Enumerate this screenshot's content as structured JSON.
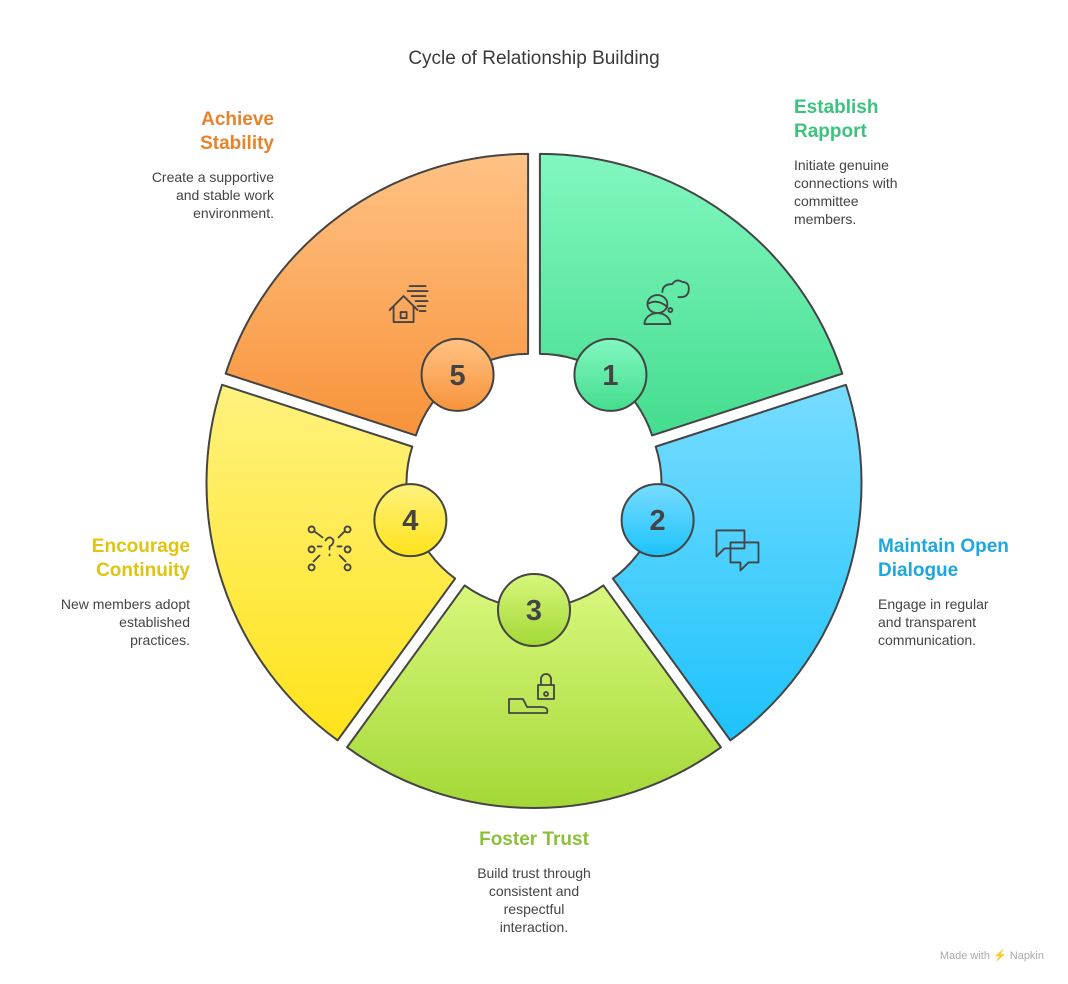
{
  "title": "Cycle of Relationship Building",
  "steps": [
    {
      "number": "1",
      "title_line1": "Establish",
      "title_line2": "Rapport",
      "desc": [
        "Initiate genuine",
        "connections with",
        "committee",
        "members."
      ],
      "icon": "thinking-person-icon",
      "color": "#3cc47f",
      "grad": [
        "#82f7c0",
        "#44dd8f"
      ]
    },
    {
      "number": "2",
      "title_line1": "Maintain Open",
      "title_line2": "Dialogue",
      "desc": [
        "Engage in regular",
        "and transparent",
        "communication."
      ],
      "icon": "chat-bubbles-icon",
      "color": "#1ea7dd",
      "grad": [
        "#78dcff",
        "#1cc3fb"
      ]
    },
    {
      "number": "3",
      "title_line1": "Foster Trust",
      "title_line2": "",
      "desc": [
        "Build trust through",
        "consistent and",
        "respectful",
        "interaction."
      ],
      "icon": "hand-lock-icon",
      "color": "#8cbf3a",
      "grad": [
        "#d8f77c",
        "#a3d836"
      ]
    },
    {
      "number": "4",
      "title_line1": "Encourage",
      "title_line2": "Continuity",
      "desc": [
        "New members adopt",
        "established",
        "practices."
      ],
      "icon": "network-question-icon",
      "color": "#e0c412",
      "grad": [
        "#fff27e",
        "#ffe31a"
      ]
    },
    {
      "number": "5",
      "title_line1": "Achieve",
      "title_line2": "Stability",
      "desc": [
        "Create a supportive",
        "and stable work",
        "environment."
      ],
      "icon": "house-wind-icon",
      "color": "#e8832a",
      "grad": [
        "#ffc285",
        "#f8933a"
      ]
    }
  ],
  "credit": "Made with ⚡ Napkin"
}
